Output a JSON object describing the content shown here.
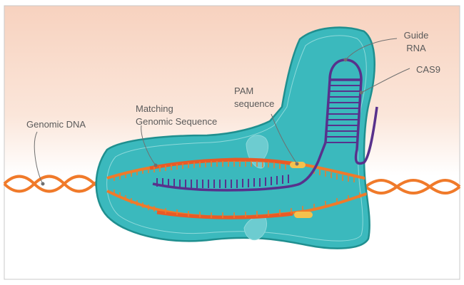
{
  "labels": {
    "guide_rna": [
      "Guide",
      "RNA"
    ],
    "cas9": "CAS9",
    "pam": [
      "PAM",
      "sequence"
    ],
    "matching": [
      "Matching",
      "Genomic Sequence"
    ],
    "genomic_dna": "Genomic DNA"
  },
  "colors": {
    "background_top": "#f7d4c1",
    "background_bottom": "#ffffff",
    "border": "#c9c9c9",
    "protein_fill": "#3bb9bd",
    "protein_stroke": "#1f8f8f",
    "dna_strand": "#f07a2a",
    "matching_strand": "#e95a26",
    "guide_rna": "#58318c",
    "pam_marker": "#f4c14d",
    "leader_line": "#6f6f6f"
  },
  "icons": {
    "leader_dot": "circle"
  }
}
